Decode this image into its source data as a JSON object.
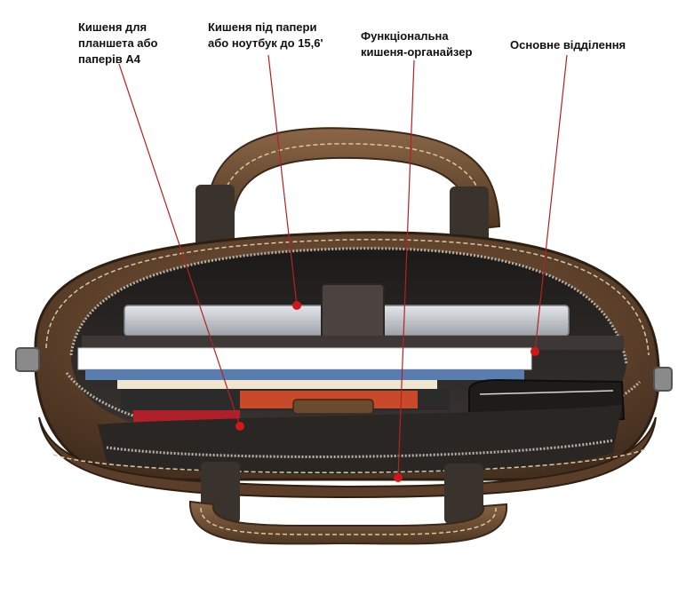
{
  "callouts": [
    {
      "id": "tablet-pocket",
      "text": "Кишеня для\nпланшета або\nпаперів А4"
    },
    {
      "id": "laptop-pocket",
      "text": "Кишеня під папери\nабо ноутбук до 15,6'"
    },
    {
      "id": "organizer-pocket",
      "text": "Функціональна\nкишеня-органайзер"
    },
    {
      "id": "main-compartment",
      "text": "Основне відділення"
    }
  ],
  "colors": {
    "leather": "#6b4a30",
    "leather_dark": "#4a3220",
    "stitching": "#d8c8a6",
    "lining": "#2a2624",
    "strap": "#3a322c",
    "pointer_line": "#b22222",
    "pointer_dot": "#d01818"
  },
  "depicted_items": [
    "laptop-computer",
    "books-stack",
    "leather-wallet",
    "zipper"
  ]
}
